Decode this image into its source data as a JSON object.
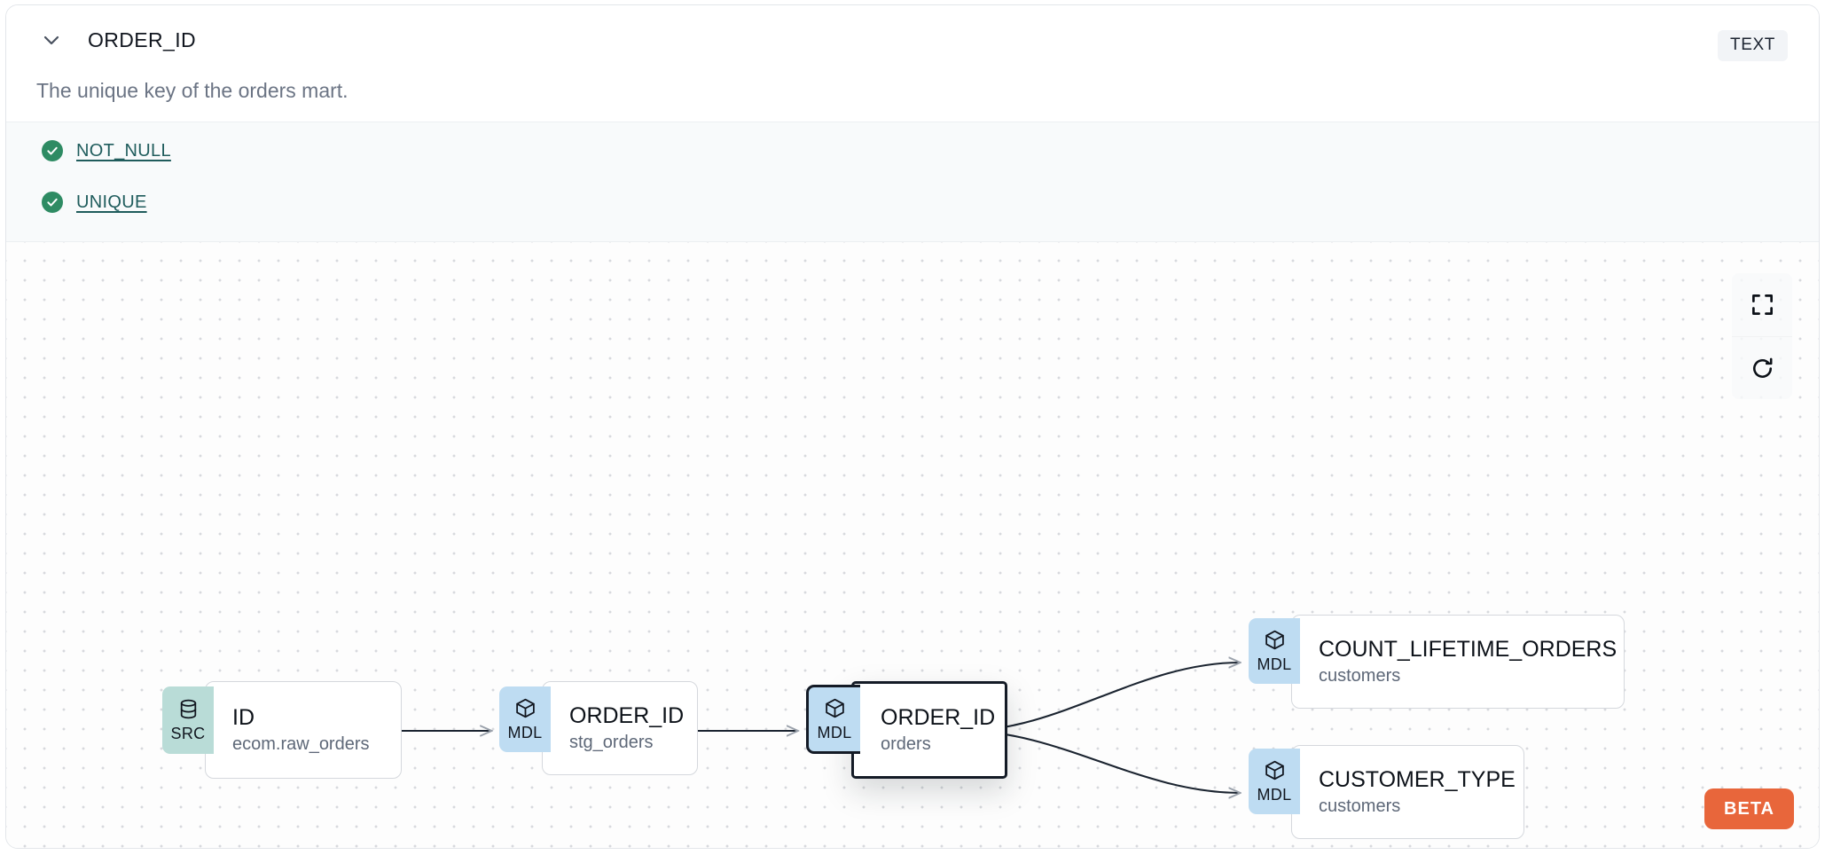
{
  "header": {
    "chevron_icon": "chevron-down-icon",
    "column_name": "ORDER_ID",
    "data_type_badge": "TEXT",
    "description": "The unique key of the orders mart."
  },
  "tests": [
    {
      "icon": "check-circle-icon",
      "label": "NOT_NULL",
      "status_color": "#2e8b63"
    },
    {
      "icon": "check-circle-icon",
      "label": "UNIQUE",
      "status_color": "#2e8b63"
    }
  ],
  "lineage": {
    "nodes": [
      {
        "id": "src",
        "badge": "SRC",
        "badge_icon": "database-icon",
        "badge_color": "#b9dcd7",
        "name": "ID",
        "subtitle": "ecom.raw_orders",
        "selected": false
      },
      {
        "id": "stg",
        "badge": "MDL",
        "badge_icon": "cube-icon",
        "badge_color": "#bedcf2",
        "name": "ORDER_ID",
        "subtitle": "stg_orders",
        "selected": false
      },
      {
        "id": "orders",
        "badge": "MDL",
        "badge_icon": "cube-icon",
        "badge_color": "#bedcf2",
        "name": "ORDER_ID",
        "subtitle": "orders",
        "selected": true
      },
      {
        "id": "count",
        "badge": "MDL",
        "badge_icon": "cube-icon",
        "badge_color": "#bedcf2",
        "name": "COUNT_LIFETIME_ORDERS",
        "subtitle": "customers",
        "selected": false
      },
      {
        "id": "ctype",
        "badge": "MDL",
        "badge_icon": "cube-icon",
        "badge_color": "#bedcf2",
        "name": "CUSTOMER_TYPE",
        "subtitle": "customers",
        "selected": false
      }
    ],
    "edges": [
      {
        "from": "src",
        "to": "stg"
      },
      {
        "from": "stg",
        "to": "orders"
      },
      {
        "from": "orders",
        "to": "count"
      },
      {
        "from": "orders",
        "to": "ctype"
      }
    ],
    "controls": [
      {
        "name": "fit-view-button",
        "icon": "fullscreen-icon"
      },
      {
        "name": "reset-button",
        "icon": "refresh-icon"
      }
    ],
    "beta_badge": "BETA",
    "beta_color": "#e8663b"
  }
}
